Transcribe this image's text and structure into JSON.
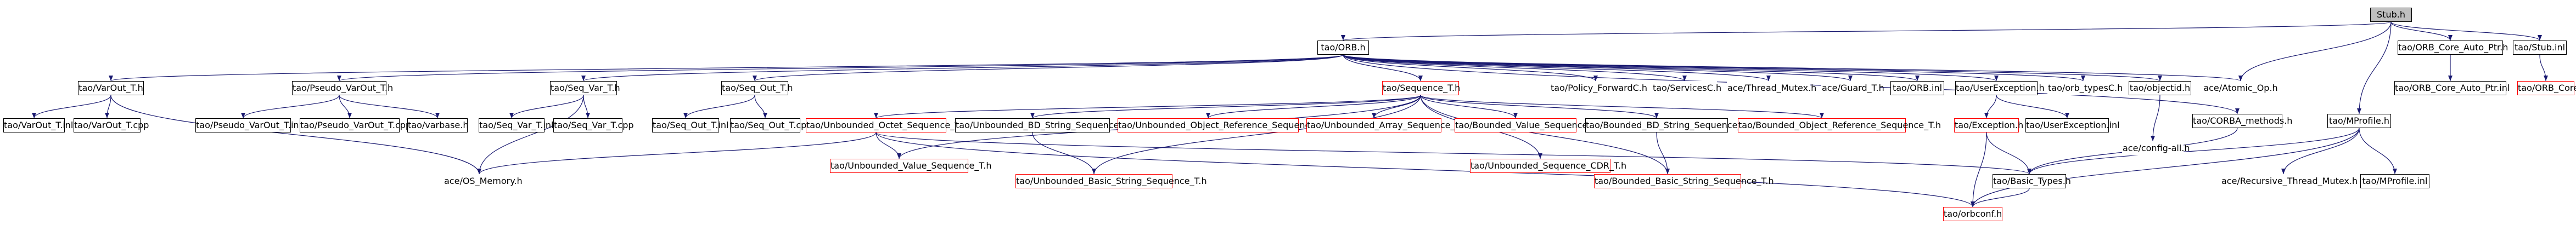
{
  "colors": {
    "edge": "#191970",
    "border": "#000000",
    "missing_border": "#ff0000",
    "root_fill": "#bfbfbf",
    "node_fill": "#ffffff"
  },
  "nodes": {
    "stub_h": "Stub.h",
    "orb_h": "tao/ORB.h",
    "orb_core_auto_ptr_h": "tao/ORB_Core_Auto_Ptr.h",
    "stub_i": "tao/Stub.inl",
    "atomic_op_h": "ace/Atomic_Op.h",
    "mprofile_h": "tao/MProfile.h",
    "orb_core_auto_ptr_inl": "tao/ORB_Core_Auto_Ptr.inl",
    "orb_core_h": "tao/ORB_Core.h",
    "varout_t_h": "tao/VarOut_T.h",
    "pseudo_varout_t_h": "tao/Pseudo_VarOut_T.h",
    "seq_var_t_h": "tao/Seq_Var_T.h",
    "seq_out_t_h": "tao/Seq_Out_T.h",
    "sequence_t_h": "tao/Sequence_T.h",
    "policy_forwardc_h": "tao/Policy_ForwardC.h",
    "servicesc_h": "tao/ServicesC.h",
    "thread_mutex_h": "ace/Thread_Mutex.h",
    "guard_t_h": "ace/Guard_T.h",
    "orb_i": "tao/ORB.inl",
    "userexception_h": "tao/UserException.h",
    "orb_typesc_h": "tao/orb_typesC.h",
    "objectid_h": "tao/objectid.h",
    "varout_t_inl": "tao/VarOut_T.inl",
    "varout_t_cpp": "tao/VarOut_T.cpp",
    "pseudo_varout_t_inl": "tao/Pseudo_VarOut_T.inl",
    "pseudo_varout_t_cpp": "tao/Pseudo_VarOut_T.cpp",
    "corba_release_h": "tao/varbase.h",
    "seq_var_t_inl": "tao/Seq_Var_T.inl",
    "seq_var_t_cpp": "tao/Seq_Var_T.cpp",
    "seq_out_t_inl": "tao/Seq_Out_T.inl",
    "seq_out_t_cpp": "tao/Seq_Out_T.cpp",
    "unbounded_octet_sequence_t_h": "tao/Unbounded_Octet_Sequence_T.h",
    "unbounded_bd_string_sequence_t_h": "tao/Unbounded_BD_String_Sequence_T.h",
    "unbounded_object_reference_sequence_t_h": "tao/Unbounded_Object_Reference_Sequence_T.h",
    "unbounded_array_sequence_t_h": "tao/Unbounded_Array_Sequence_T.h",
    "bounded_value_sequence_t_h": "tao/Bounded_Value_Sequence_T.h",
    "bounded_bd_string_sequence_t_h": "tao/Bounded_BD_String_Sequence_T.h",
    "bounded_object_reference_sequence_t_h": "tao/Bounded_Object_Reference_Sequence_T.h",
    "exception_h": "tao/Exception.h",
    "userexception_i": "tao/UserException.inl",
    "config_all_h": "ace/config-all.h",
    "corba_methods_h": "tao/CORBA_methods.h",
    "mprofile_i": "tao/MProfile.inl",
    "recursive_thread_mutex_h": "ace/Recursive_Thread_Mutex.h",
    "os_memory_h": "ace/OS_Memory.h",
    "unbounded_value_sequence_t_h": "tao/Unbounded_Value_Sequence_T.h",
    "unbounded_basic_string_sequence_t_h": "tao/Unbounded_Basic_String_Sequence_T.h",
    "unbounded_sequence_cdr_t_h": "tao/Unbounded_Sequence_CDR_T.h",
    "bounded_basic_string_sequence_t_h": "tao/Bounded_Basic_String_Sequence_T.h",
    "basic_types_h": "tao/Basic_Types.h",
    "orbconf_h": "tao/orbconf.h"
  }
}
